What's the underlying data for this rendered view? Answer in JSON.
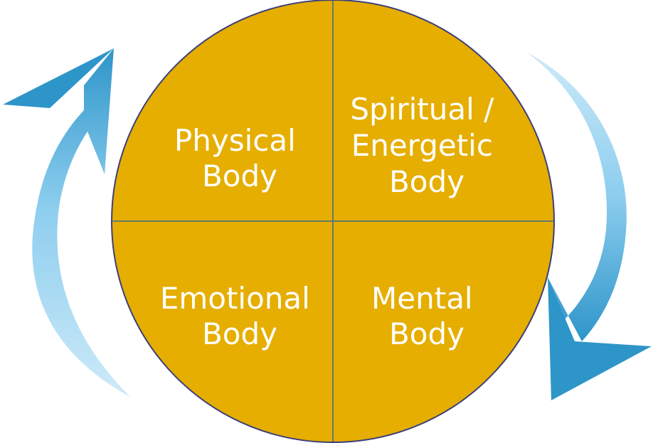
{
  "quadrants": {
    "top_left": [
      "Physical",
      "Body"
    ],
    "top_right": [
      "Spiritual /",
      "Energetic",
      "Body"
    ],
    "bottom_left": [
      "Emotional",
      "Body"
    ],
    "bottom_right": [
      "Mental",
      "Body"
    ]
  },
  "colors": {
    "circle_fill": "#E5AE00",
    "circle_stroke": "#3D3F7A",
    "divider": "#3F6A8A",
    "text": "#FFFFFF",
    "arrow_dark": "#2E95C9",
    "arrow_light": "#A9DAF4"
  },
  "icons": {
    "left_arrow": "curved-arrow-up-icon",
    "right_arrow": "curved-arrow-down-icon"
  }
}
